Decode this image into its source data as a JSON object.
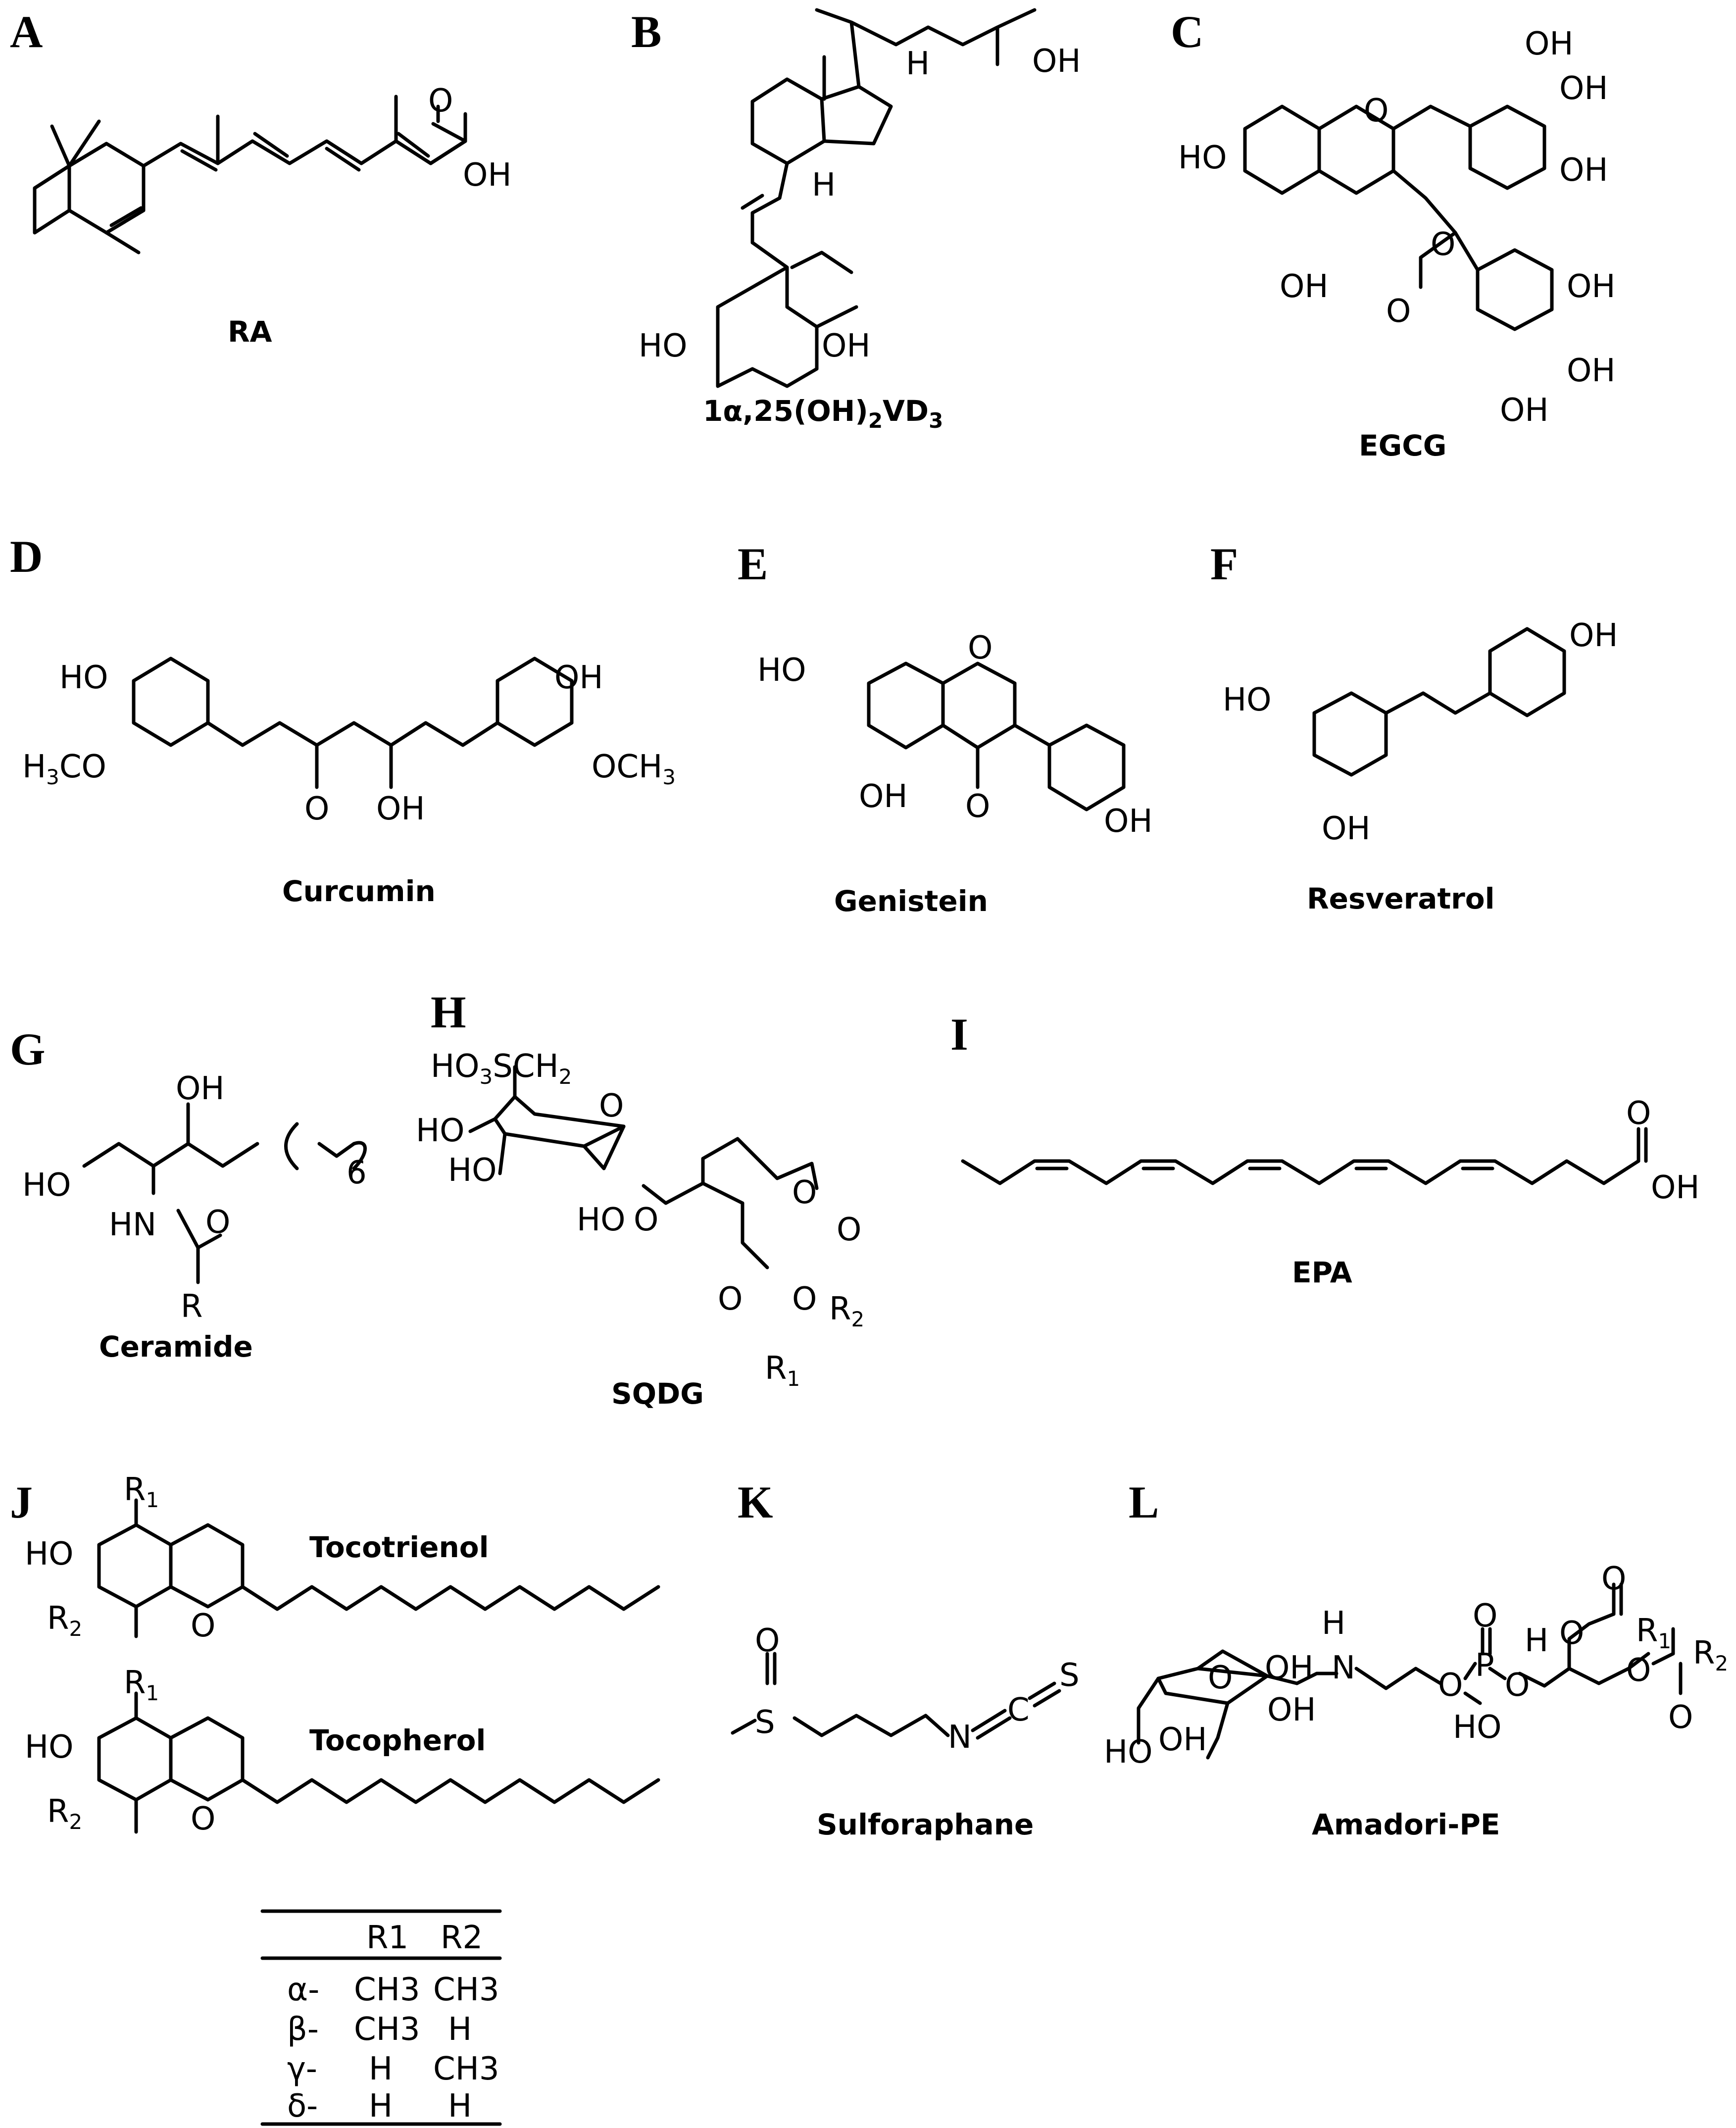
{
  "panels": [
    {
      "letter": "A",
      "name": "RA"
    },
    {
      "letter": "B",
      "name": "1α,25(OH)",
      "name_sub": "2",
      "name_tail": "VD",
      "name_sub2": "3"
    },
    {
      "letter": "C",
      "name": "EGCG"
    },
    {
      "letter": "D",
      "name": "Curcumin"
    },
    {
      "letter": "E",
      "name": "Genistein"
    },
    {
      "letter": "F",
      "name": "Resveratrol"
    },
    {
      "letter": "G",
      "name": "Ceramide"
    },
    {
      "letter": "H",
      "name": "SQDG"
    },
    {
      "letter": "I",
      "name": "EPA"
    },
    {
      "letter": "J",
      "names": [
        "Tocotrienol",
        "Tocopherol"
      ]
    },
    {
      "letter": "K",
      "name": "Sulforaphane"
    },
    {
      "letter": "L",
      "name": "Amadori-PE"
    }
  ],
  "atom_labels": {
    "OH": "OH",
    "HO": "HO",
    "O": "O",
    "H": "H",
    "HN": "HN",
    "R": "R",
    "S": "S",
    "N": "N",
    "C": "C",
    "P": "P",
    "H3CO": [
      "H",
      "3",
      "CO"
    ],
    "OCH3": [
      "OCH",
      "3"
    ],
    "HO3SCH2": [
      "HO",
      "3",
      "SCH",
      "2"
    ],
    "R1": [
      "R",
      "1"
    ],
    "R2": [
      "R",
      "2"
    ],
    "six": "6"
  },
  "tocopherol_table": {
    "headers": [
      "",
      "R1",
      "R2"
    ],
    "rows": [
      [
        "α-",
        "CH3",
        "CH3"
      ],
      [
        "β-",
        "CH3",
        "H"
      ],
      [
        "γ-",
        "H",
        "CH3"
      ],
      [
        "δ-",
        "H",
        "H"
      ]
    ]
  }
}
